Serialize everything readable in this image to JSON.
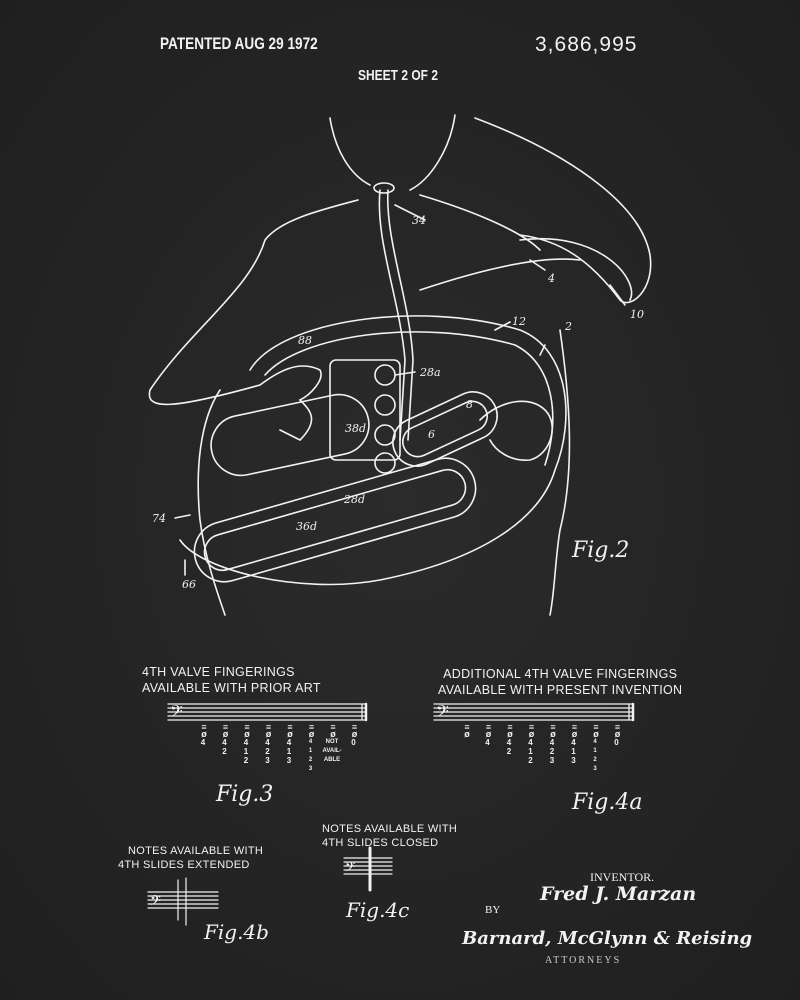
{
  "header": {
    "patented": "PATENTED AUG 29 1972",
    "patent_number": "3,686,995",
    "sheet": "SHEET 2 OF 2"
  },
  "fig2": {
    "title": "Fig.2",
    "labels": [
      "34",
      "4",
      "10",
      "12",
      "2",
      "88",
      "28a",
      "38d",
      "6",
      "8",
      "28d",
      "36d",
      "74",
      "66"
    ]
  },
  "fig3": {
    "title": "Fig.3",
    "caption_line1": "4TH VALVE FINGERINGS",
    "caption_line2": "AVAILABLE WITH PRIOR ART",
    "fingerings": [
      "4",
      "4\n2",
      "4\n1\n2",
      "4\n2\n3",
      "4\n1\n3",
      "4\n1\n2\n3",
      "NOT\nAVAIL-\nABLE",
      "0"
    ]
  },
  "fig4a": {
    "title": "Fig.4a",
    "caption_line1": "ADDITIONAL 4TH VALVE FINGERINGS",
    "caption_line2": "AVAILABLE WITH PRESENT INVENTION",
    "fingerings": [
      "",
      "4",
      "4\n2",
      "4\n1\n2",
      "4\n2\n3",
      "4\n1\n3",
      "4\n1\n2\n3",
      "0"
    ]
  },
  "fig4b": {
    "title": "Fig.4b",
    "caption_line1": "NOTES AVAILABLE WITH",
    "caption_line2": "4TH SLIDES EXTENDED"
  },
  "fig4c": {
    "title": "Fig.4c",
    "caption_line1": "NOTES AVAILABLE WITH",
    "caption_line2": "4TH SLIDES CLOSED"
  },
  "footer": {
    "inventor_label": "INVENTOR.",
    "inventor_name": "Fred J. Marzan",
    "by": "BY",
    "attorneys": "Barnard, McGlynn & Reising",
    "attorneys_label": "ATTORNEYS"
  }
}
